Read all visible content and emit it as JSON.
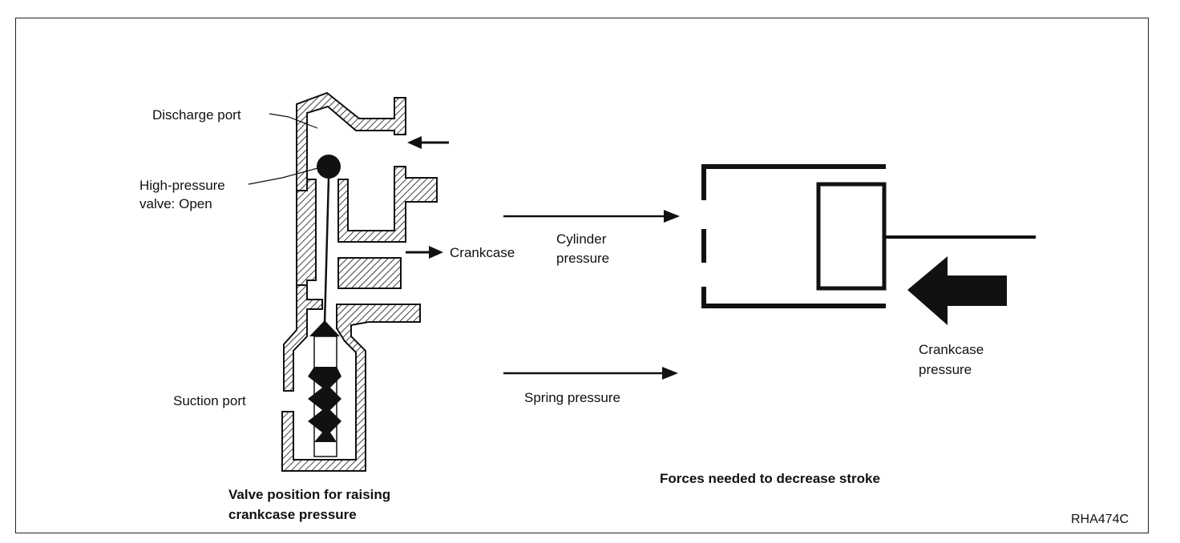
{
  "left_diagram": {
    "labels": {
      "discharge_port": "Discharge port",
      "high_pressure_valve_line1": "High-pressure",
      "high_pressure_valve_line2": "valve: Open",
      "crankcase": "Crankcase",
      "suction_port": "Suction port"
    },
    "caption_line1": "Valve position for raising",
    "caption_line2": "crankcase pressure"
  },
  "right_diagram": {
    "labels": {
      "cylinder_pressure_line1": "Cylinder",
      "cylinder_pressure_line2": "pressure",
      "spring_pressure": "Spring pressure",
      "crankcase_pressure_line1": "Crankcase",
      "crankcase_pressure_line2": "pressure"
    },
    "caption": "Forces needed to decrease stroke"
  },
  "figure_code": "RHA474C"
}
